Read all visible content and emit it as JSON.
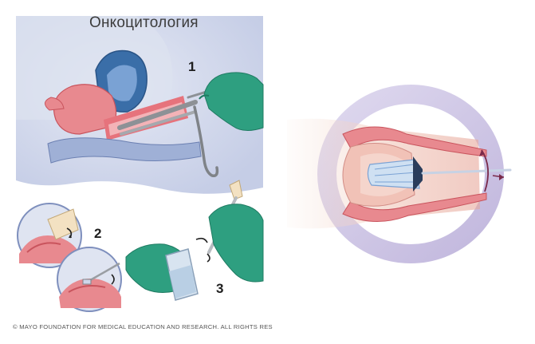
{
  "figure": {
    "title": "Онкоцитология",
    "step_labels": [
      "1",
      "2",
      "3"
    ],
    "copyright": "© MAYO FOUNDATION FOR MEDICAL EDUCATION AND RESEARCH. ALL RIGHTS RES"
  },
  "icons": {
    "step1": "speculum-insertion-illustration",
    "step2": "spatula-sampling-icon",
    "step3": "brush-sampling-icon",
    "step4": "sample-vial-illustration",
    "closeup": "cytobrush-closeup-illustration",
    "rotation": "rotation-arrow-icon"
  },
  "colors": {
    "tissue_pink": "#e8898f",
    "tissue_dark": "#c9545d",
    "glove_green": "#2e9f80",
    "organ_blue": "#3a6ea8",
    "body_lavender": "#cfd6ea",
    "ring_lavender": "#c8bfe0",
    "instrument_gray": "#8d9196"
  }
}
